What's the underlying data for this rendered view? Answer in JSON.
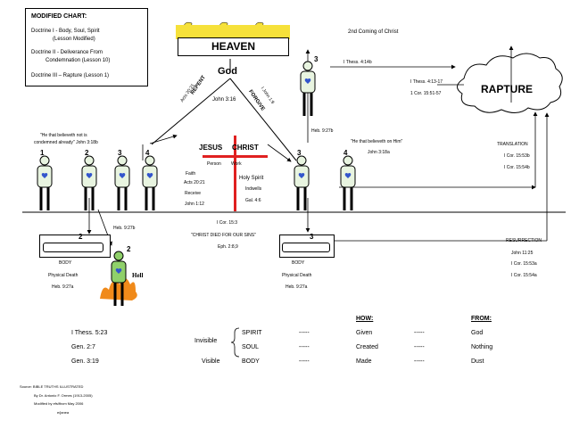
{
  "legend": {
    "title": "MODIFIED CHART:",
    "doctrine1_a": "Doctrine I - Body, Soul, Spirit",
    "doctrine1_b": "(Lesson Modified)",
    "doctrine2_a": "Doctrine II - Deliverance From",
    "doctrine2_b": "Condemnation (Lesson 10)",
    "doctrine3": "Doctrine III – Rapture (Lesson 1)"
  },
  "top": {
    "heaven": "HEAVEN",
    "second_coming": "2nd Coming of Christ",
    "thess_414b": "I Thess. 4:14b",
    "rapture": "RAPTURE",
    "thess_413": "I Thess. 4:13-17",
    "cor_1551": "1 Cor. 15:51-57",
    "god": "God",
    "john_316": "John 3:16",
    "repent": "REPENT",
    "acts_2021_top": "Acts 20:21",
    "forgive": "FORGIVE",
    "ijohn_19": "I John 1:9",
    "heb_927b_top": "Heb. 9:27b"
  },
  "middle": {
    "believeth_not": "\"He that believeth not is",
    "condemned": "condemned already\" John 3:18b",
    "believeth_on": "\"He that believeth on Him\"",
    "john_318a": "John 3:18a",
    "jesus": "JESUS",
    "christ": "CHRIST",
    "person": "Person",
    "work": "Work",
    "faith": "Faith",
    "acts_2021": "Acts 20:21",
    "receive": "Receive",
    "john_112": "John 1:12",
    "holy_spirit": "Holy Spirit",
    "indwells": "Indwells",
    "gal_46": "Gal. 4:6",
    "translation": "TRANSLATION",
    "cor_1553b": "I Cor. 15:53b",
    "cor_1554b": "I Cor. 15:54b",
    "n1": "1",
    "n2": "2",
    "n3": "3",
    "n4": "4",
    "n3r": "3",
    "n4r": "4",
    "n3top": "3"
  },
  "lower": {
    "heb_927b": "Heb. 9:27b",
    "cor_153": "I Cor. 15:3",
    "christ_died": "\"CHRIST DIED FOR OUR SINS\"",
    "eph_289": "Eph. 2:8,9",
    "resurrection": "RESURRECTION",
    "john_1125": "John 11:25",
    "cor_1553a": "I Cor. 15:53a",
    "cor_1554a": "I Cor. 15:54a",
    "body_l": "BODY",
    "physical_death_l": "Physical Death",
    "heb_927a_l": "Heb. 9:27a",
    "body_r": "BODY",
    "physical_death_r": "Physical Death",
    "heb_927a_r": "Heb. 9:27a",
    "hell": "Hell",
    "tomb_l_num": "2",
    "tomb_r_num": "3",
    "hell_num": "2"
  },
  "table": {
    "how": "HOW:",
    "from": "FROM:",
    "rows": [
      {
        "ref": "I Thess. 5:23",
        "part": "SPIRIT",
        "dash1": "-----",
        "how": "Given",
        "dash2": "-----",
        "from": "God"
      },
      {
        "ref": "Gen. 2:7",
        "part": "SOUL",
        "dash1": "-----",
        "how": "Created",
        "dash2": "-----",
        "from": "Nothing"
      },
      {
        "ref": "Gen. 3:19",
        "part": "BODY",
        "dash1": "-----",
        "how": "Made",
        "dash2": "-----",
        "from": "Dust"
      }
    ],
    "invisible": "Invisible",
    "visible": "Visible"
  },
  "source": {
    "line1": "Source:  BIBLE TRUTHS ILLUSTRATED",
    "line2": "By  Dr. Antonio F. Ormes (1913-2005)",
    "line3": "Modified by  efs/fbcm   May 2006",
    "line4": "e/janea"
  },
  "colors": {
    "cross": "#e02020",
    "crown": "#f6e13a",
    "fire": "#f08a1a",
    "figure": "#e8f4e0",
    "hell_figure": "#8fd06a"
  }
}
